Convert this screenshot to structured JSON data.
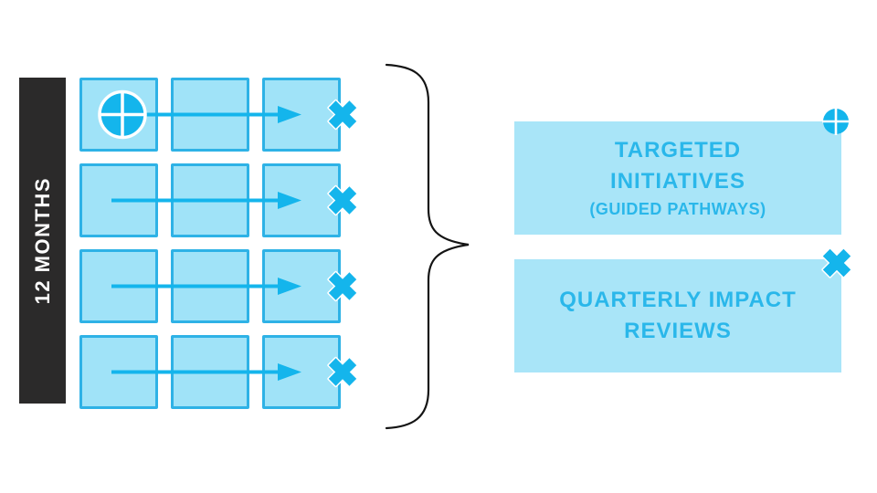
{
  "palette": {
    "page_background": "#ffffff",
    "accent": "#14b5ec",
    "accent_text": "#2ab7ea",
    "cell_fill": "#a0e3f8",
    "cell_border": "#2eb2e6",
    "card_fill": "#a9e5f8",
    "bar_background": "#2b2a2a",
    "bar_text": "#ffffff",
    "brace_stroke": "#141414"
  },
  "timeline": {
    "axis_label": "12 MONTHS",
    "grid": {
      "rows": 4,
      "columns": 3
    },
    "row_start_icon": "target-circle-icon",
    "row_flow_icon": "arrow-right-icon",
    "row_end_icon": "x-mark-icon"
  },
  "brace_icon": "right-curly-brace",
  "outcomes": [
    {
      "title_lines": [
        "TARGETED",
        "INITIATIVES"
      ],
      "subtitle": "(GUIDED PATHWAYS)",
      "corner_icon": "target-circle-icon"
    },
    {
      "title_lines": [
        "QUARTERLY IMPACT",
        "REVIEWS"
      ],
      "corner_icon": "x-mark-icon"
    }
  ]
}
